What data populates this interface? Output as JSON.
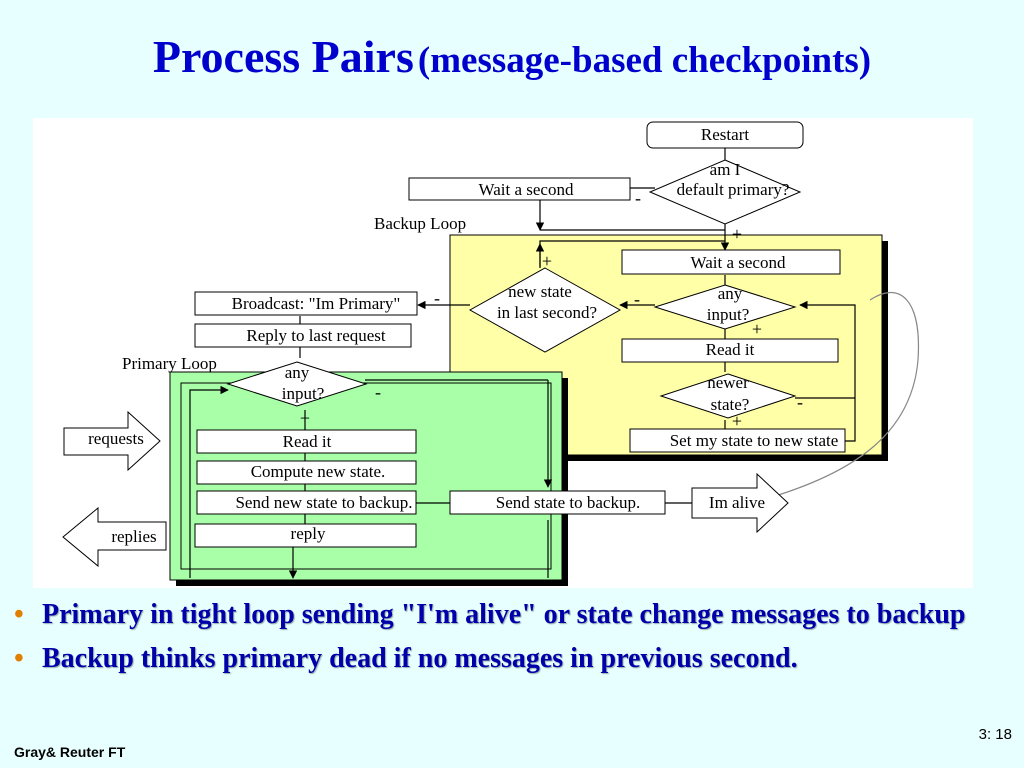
{
  "title": {
    "main": "Process Pairs",
    "sub": "(message-based checkpoints)"
  },
  "diagram": {
    "restart": "Restart",
    "am_i_line1": "am I",
    "am_i_line2": "default primary?",
    "wait_top": "Wait a second",
    "backup_loop": "Backup Loop",
    "wait_backup": "Wait a second",
    "new_state_line1": "new state",
    "new_state_line2": "in last second?",
    "any_input_b_line1": "any",
    "any_input_b_line2": "input?",
    "read_it_b": "Read it",
    "newer_line1": "newer",
    "newer_line2": "state?",
    "set_state": "Set my state to new state",
    "broadcast": "Broadcast:  \"Im Primary\"",
    "reply_last": "Reply to last request",
    "primary_loop": "Primary Loop",
    "any_input_p_line1": "any",
    "any_input_p_line2": "input?",
    "read_it_p": "Read it",
    "compute": "Compute new state.",
    "send_new": "Send new state to backup.",
    "reply": "reply",
    "send_state": "Send state to backup.",
    "im_alive": "Im alive",
    "requests": "requests",
    "replies": "replies",
    "plus": "+",
    "minus": "-"
  },
  "bullets": [
    "Primary in tight loop sending \"I'm alive\" or state change messages to backup",
    "Backup thinks primary dead if no messages in previous second."
  ],
  "footer": {
    "left": "Gray& Reuter  FT",
    "right": "3: 18"
  },
  "colors": {
    "title": "#0000cc",
    "backup_box": "#ffffa8",
    "primary_box": "#a8ffa8",
    "bullet_dot": "#e08000"
  }
}
